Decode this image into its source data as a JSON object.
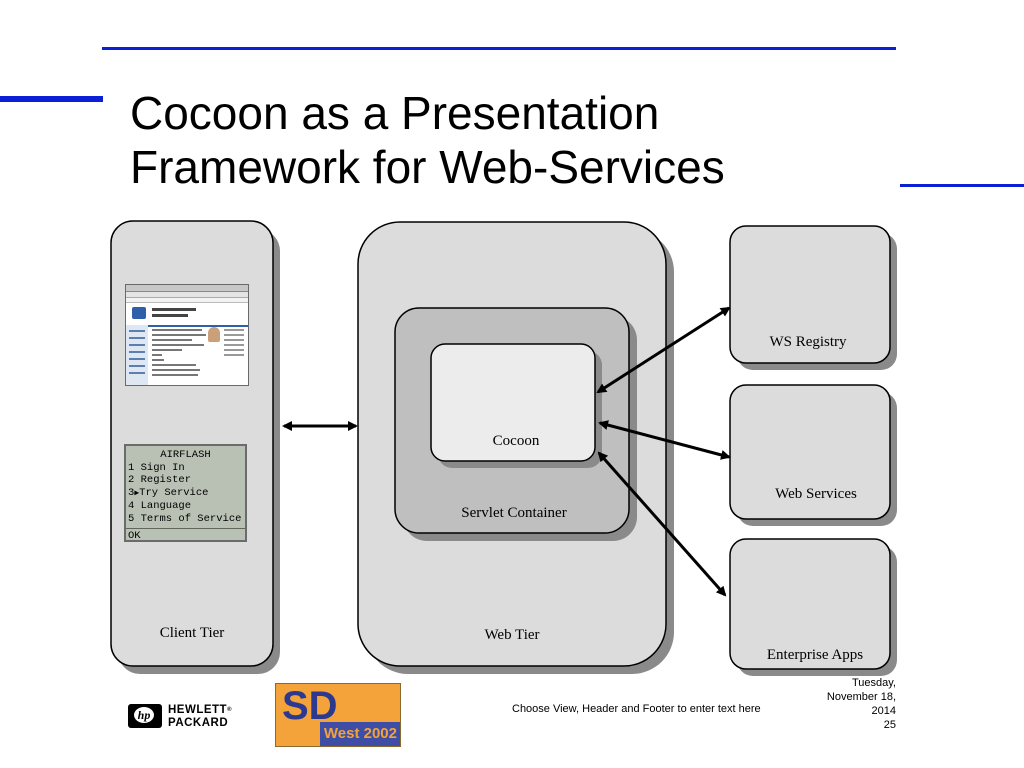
{
  "slide": {
    "title_line1": "Cocoon as a Presentation",
    "title_line2": "Framework for Web-Services"
  },
  "diagram": {
    "client_tier": "Client Tier",
    "web_tier": "Web Tier",
    "servlet_container": "Servlet Container",
    "cocoon": "Cocoon",
    "ws_registry": "WS Registry",
    "web_services": "Web Services",
    "enterprise_apps": "Enterprise Apps"
  },
  "phone_screen": {
    "title": "AIRFLASH",
    "items": [
      "1 Sign In",
      "2 Register",
      "3",
      "Try Service",
      "4 Language",
      "5 Terms of Service"
    ],
    "ok": "OK"
  },
  "footer": {
    "hp_line1": "HEWLETT",
    "hp_line2": "PACKARD",
    "hp_badge": "hp",
    "sd_logo": "SD",
    "sd_event": "West 2002",
    "note": "Choose View, Header and Footer to enter text here",
    "date_line1": "Tuesday,",
    "date_line2": "November 18,",
    "date_line3": "2014",
    "page_number": "25"
  },
  "colors": {
    "accent_rule": "#0a1fd6",
    "outer_box": "#dcdcdc",
    "container_box": "#bfbfbf",
    "inner_box": "#ececec",
    "shadow": "#8a8a8a"
  }
}
